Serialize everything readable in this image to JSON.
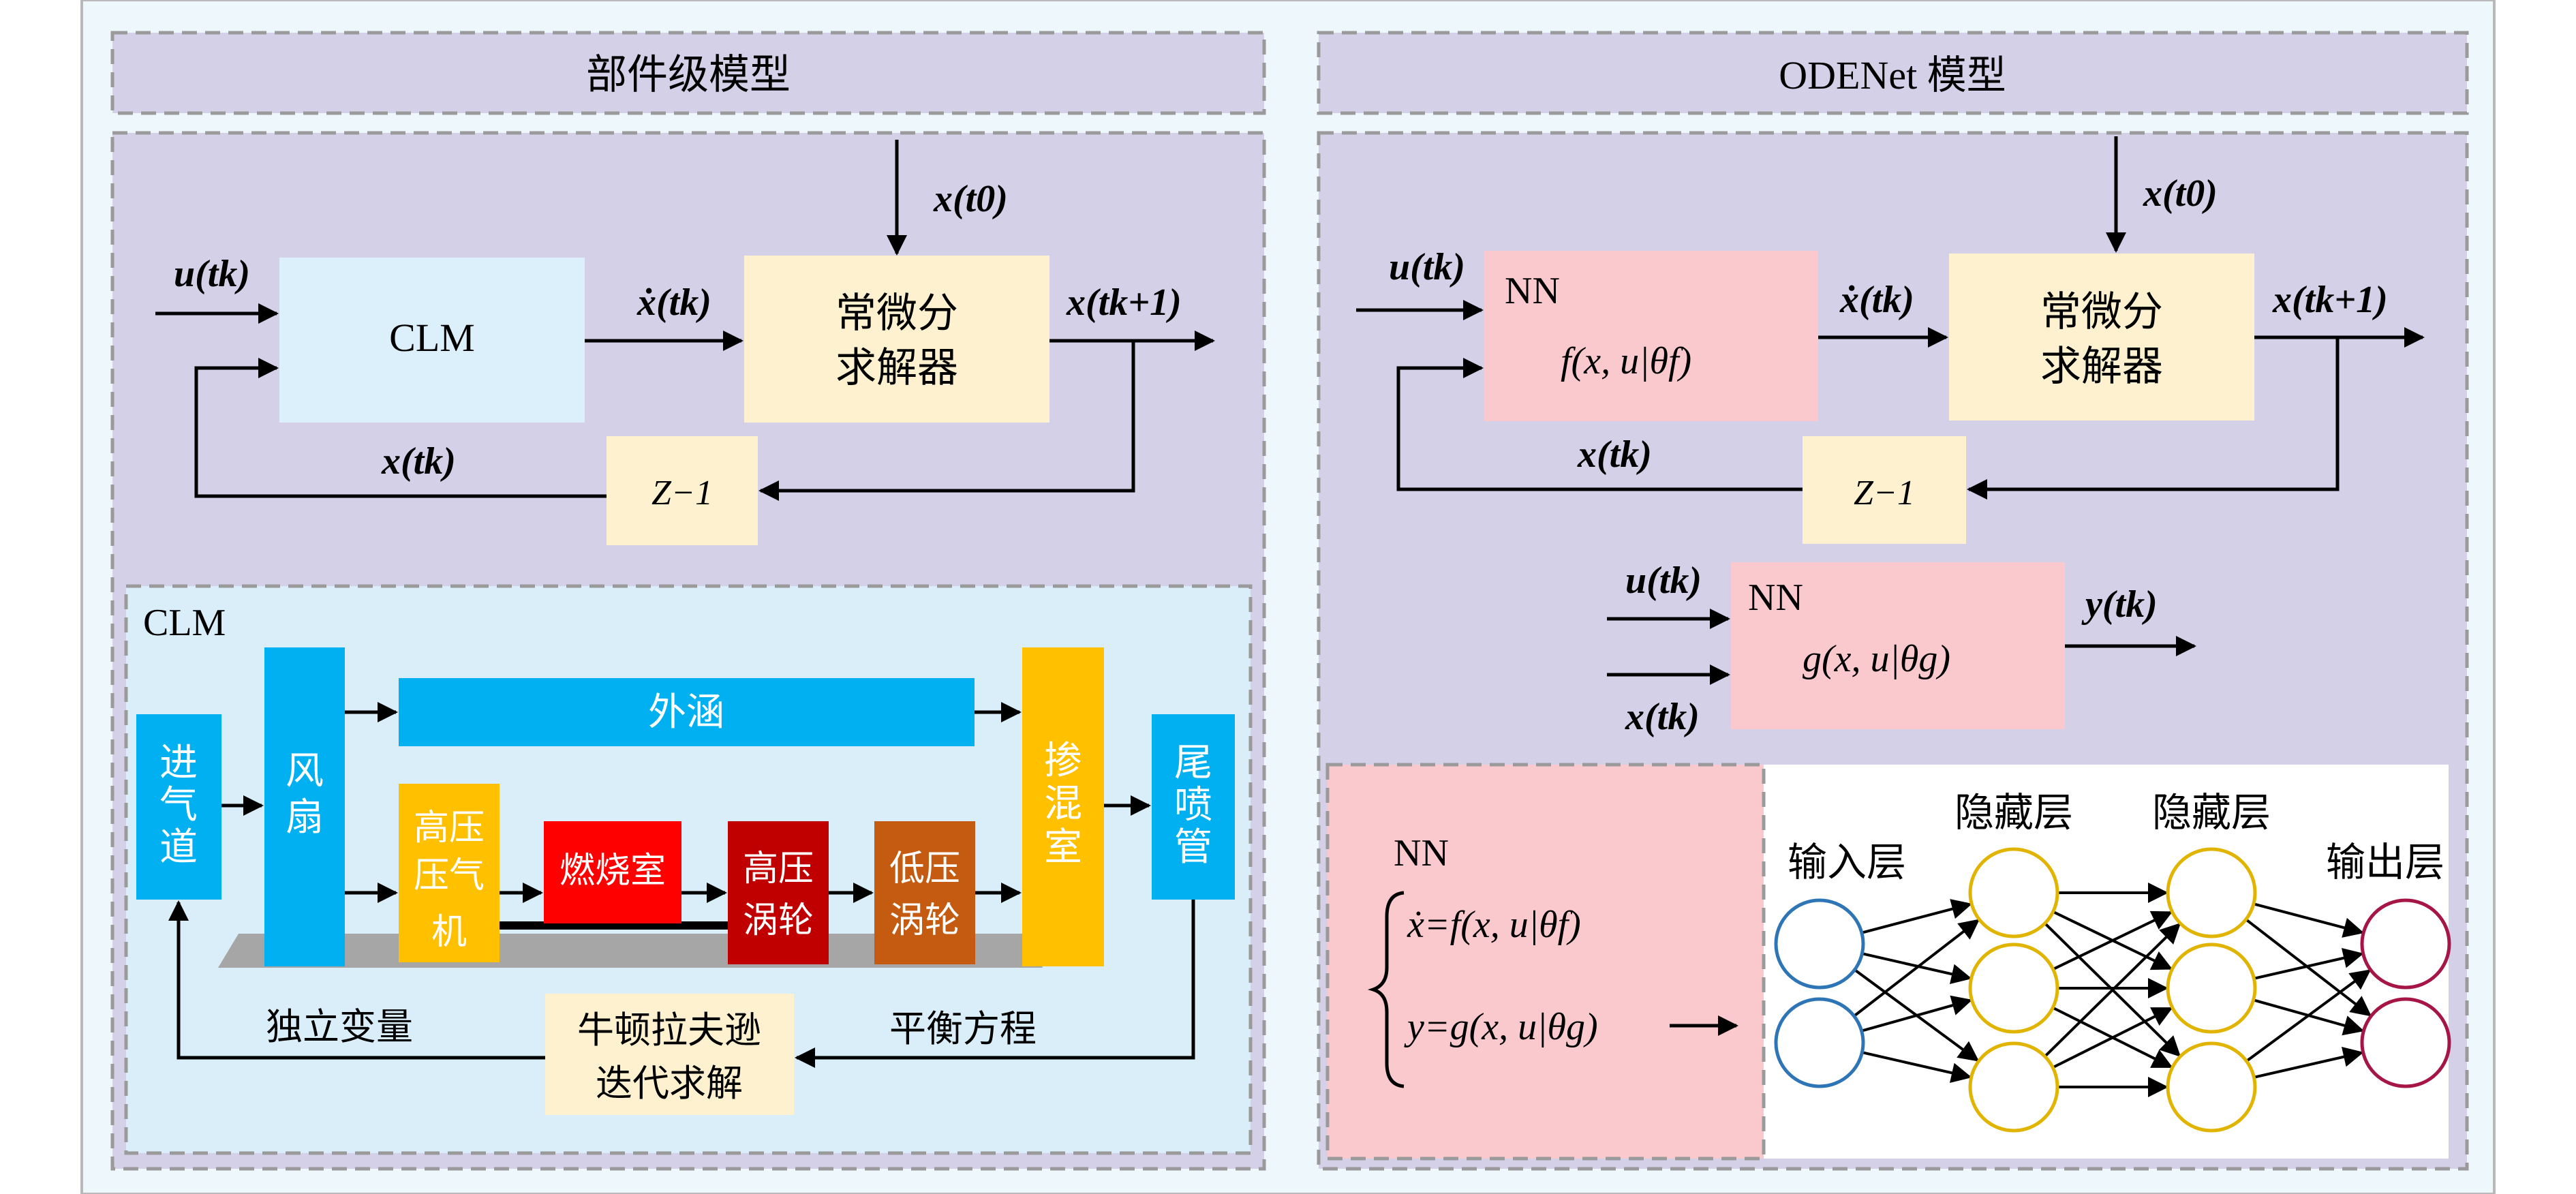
{
  "left_panel": {
    "title": "部件级模型",
    "x_t0": "x(t0)",
    "u_tk": "u(tk)",
    "clm_box": "CLM",
    "xdot_tk": "ẋ(tk)",
    "solver_line1": "常微分",
    "solver_line2": "求解器",
    "x_tk1": "x(tk+1)",
    "x_tk": "x(tk)",
    "delay": "Z−1",
    "clm_detail": {
      "label": "CLM",
      "inlet": "进气道",
      "fan": "风扇",
      "bypass": "外涵",
      "hpc": "高压压气机",
      "combustor": "燃烧室",
      "hpt": "高压涡轮",
      "lpt": "低压涡轮",
      "mixer": "掺混室",
      "nozzle": "尾喷管",
      "independent_vars": "独立变量",
      "balance_eq": "平衡方程",
      "newton_line1": "牛顿拉夫逊",
      "newton_line2": "迭代求解"
    }
  },
  "right_panel": {
    "title": "ODENet 模型",
    "x_t0": "x(t0)",
    "u_tk": "u(tk)",
    "nn_label": "NN",
    "f_expr": "f(x, u|θf)",
    "xdot_tk": "ẋ(tk)",
    "solver_line1": "常微分",
    "solver_line2": "求解器",
    "x_tk1": "x(tk+1)",
    "x_tk": "x(tk)",
    "delay": "Z−1",
    "g_block": {
      "u_tk": "u(tk)",
      "x_tk": "x(tk)",
      "nn_label": "NN",
      "g_expr": "g(x, u|θg)",
      "y_tk": "y(tk)"
    },
    "nn_detail": {
      "nn_label": "NN",
      "eq1": "ẋ=f(x, u|θf)",
      "eq2": "y=g(x, u|θg)",
      "input_layer": "输入层",
      "hidden_layer_1": "隐藏层",
      "hidden_layer_2": "隐藏层",
      "output_layer": "输出层"
    }
  },
  "colors": {
    "panel_purple": "#d3d0e8",
    "clm_blue": "#daeef9",
    "clm_box_blue": "#dcf0fb",
    "solver_yellow": "#fdf1cf",
    "nn_pink": "#f9c9ce",
    "component_blue": "#00b0f0",
    "component_orange": "#ffc000",
    "combustor_red": "#ff0000",
    "hpt_darkred": "#c00000",
    "lpt_orange": "#c55a11",
    "input_node": "#2e75b6",
    "hidden_node": "#e0b400",
    "output_node": "#a51545"
  }
}
